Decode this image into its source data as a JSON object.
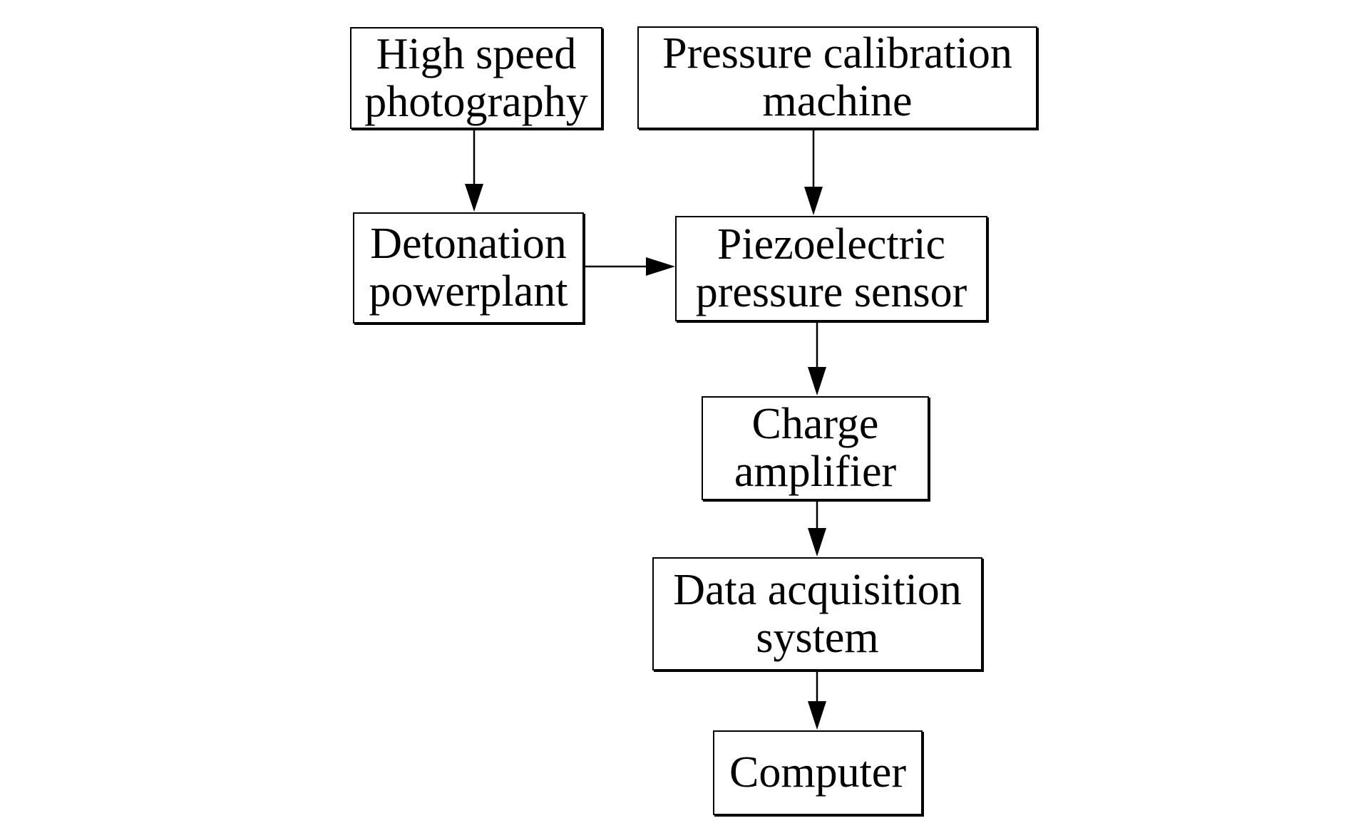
{
  "diagram": {
    "nodes": {
      "high_speed_photography": {
        "line1": "High speed",
        "line2": "photography"
      },
      "pressure_calibration_machine": {
        "line1": "Pressure calibration",
        "line2": "machine"
      },
      "detonation_powerplant": {
        "line1": "Detonation",
        "line2": "powerplant"
      },
      "piezoelectric_pressure_sensor": {
        "line1": "Piezoelectric",
        "line2": "pressure sensor"
      },
      "charge_amplifier": {
        "line1": "Charge",
        "line2": "amplifier"
      },
      "data_acquisition_system": {
        "line1": "Data acquisition",
        "line2": "system"
      },
      "computer": {
        "line1": "Computer"
      }
    },
    "edges": [
      {
        "from": "high_speed_photography",
        "to": "detonation_powerplant"
      },
      {
        "from": "pressure_calibration_machine",
        "to": "piezoelectric_pressure_sensor"
      },
      {
        "from": "detonation_powerplant",
        "to": "piezoelectric_pressure_sensor"
      },
      {
        "from": "piezoelectric_pressure_sensor",
        "to": "charge_amplifier"
      },
      {
        "from": "charge_amplifier",
        "to": "data_acquisition_system"
      },
      {
        "from": "data_acquisition_system",
        "to": "computer"
      }
    ]
  }
}
